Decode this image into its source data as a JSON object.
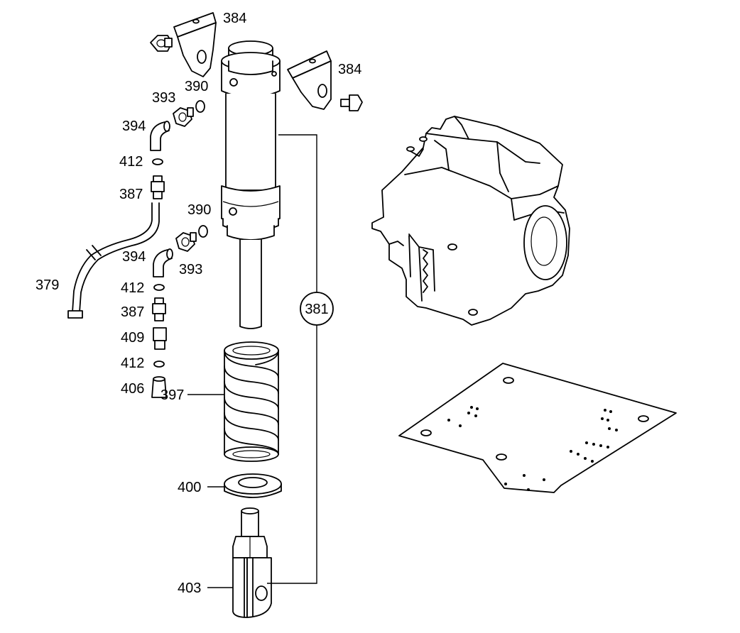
{
  "labels": {
    "bracket_top": "384",
    "bracket_right": "384",
    "oring_top": "390",
    "plug_top": "393",
    "elbow_top": "394",
    "washer_top": "412",
    "nipple_top": "387",
    "oring_lower": "390",
    "elbow_lower": "394",
    "plug_lower": "393",
    "hose": "379",
    "washer_mid": "412",
    "nipple_lower": "387",
    "adapter": "409",
    "washer_low": "412",
    "cap": "406",
    "assembly": "381",
    "spring": "397",
    "spring_seat": "400",
    "clevis": "403"
  }
}
